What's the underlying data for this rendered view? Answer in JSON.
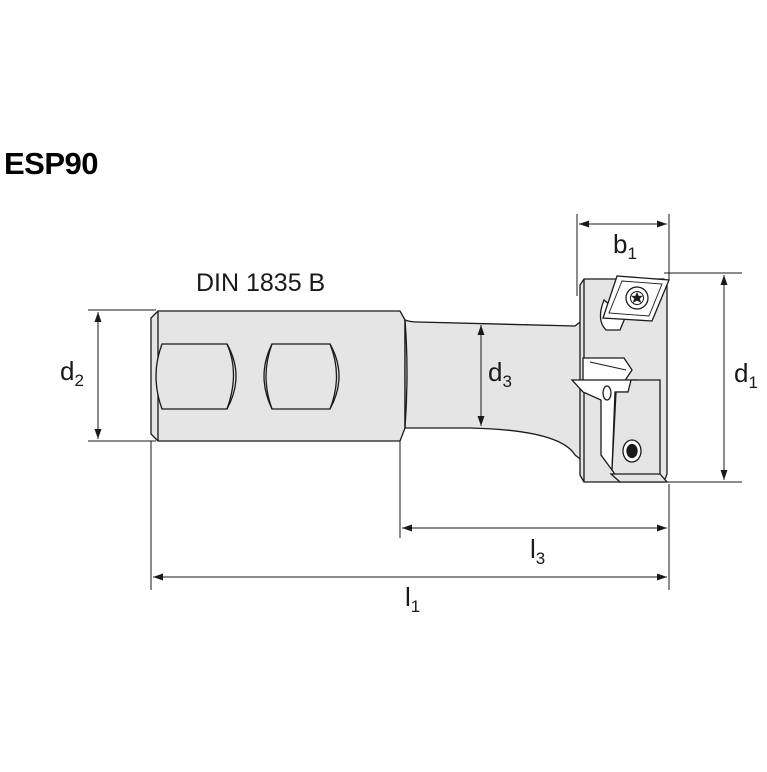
{
  "title": "ESP90",
  "shank_standard": "DIN 1835 B",
  "dimensions": {
    "d1": {
      "base": "d",
      "sub": "1"
    },
    "d2": {
      "base": "d",
      "sub": "2"
    },
    "d3": {
      "base": "d",
      "sub": "3"
    },
    "b1": {
      "base": "b",
      "sub": "1"
    },
    "l1": {
      "base": "l",
      "sub": "1"
    },
    "l3": {
      "base": "l",
      "sub": "3"
    }
  },
  "colors": {
    "tool_fill": "#e5e5e5",
    "outline": "#1a1a1a",
    "dim_line": "#1a1a1a"
  }
}
